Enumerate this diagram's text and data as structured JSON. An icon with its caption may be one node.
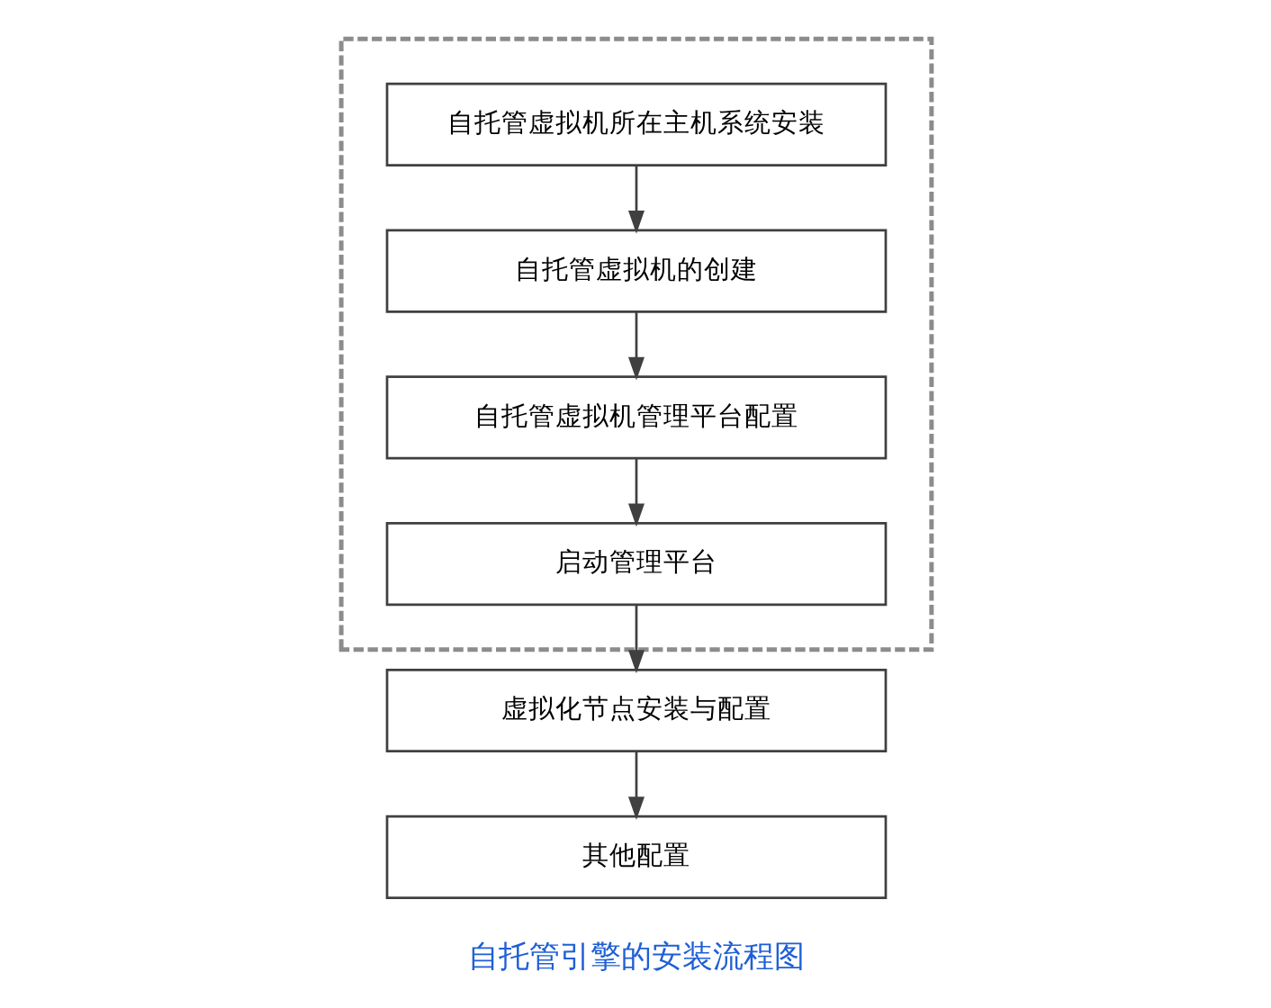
{
  "diagram": {
    "caption": "自托管引擎的安装流程图",
    "nodes": [
      {
        "text": [],
        "shape": "box"
      },
      {
        "text": [
          "自托管虚拟机所在主机系统安装"
        ],
        "in": 0
      },
      {
        "text": [
          "自托管虚拟机的创建"
        ],
        "in": 0
      },
      {
        "text": [
          "自托管虚拟机管理平台配置"
        ],
        "in": 0
      },
      {
        "text": [
          "启动管理平台"
        ],
        "in": 0
      },
      {
        "text": [
          "虚拟化节点安装与配置"
        ]
      },
      {
        "text": [
          "其他配置"
        ]
      }
    ],
    "edges": [
      {
        "from": 1,
        "to": 2,
        "arrow": "to"
      },
      {
        "from": 2,
        "to": 3,
        "arrow": "to"
      },
      {
        "from": 3,
        "to": 4,
        "arrow": "to"
      },
      {
        "from": 4,
        "to": 5,
        "arrow": "to"
      },
      {
        "from": 5,
        "to": 6,
        "arrow": "to"
      }
    ]
  }
}
